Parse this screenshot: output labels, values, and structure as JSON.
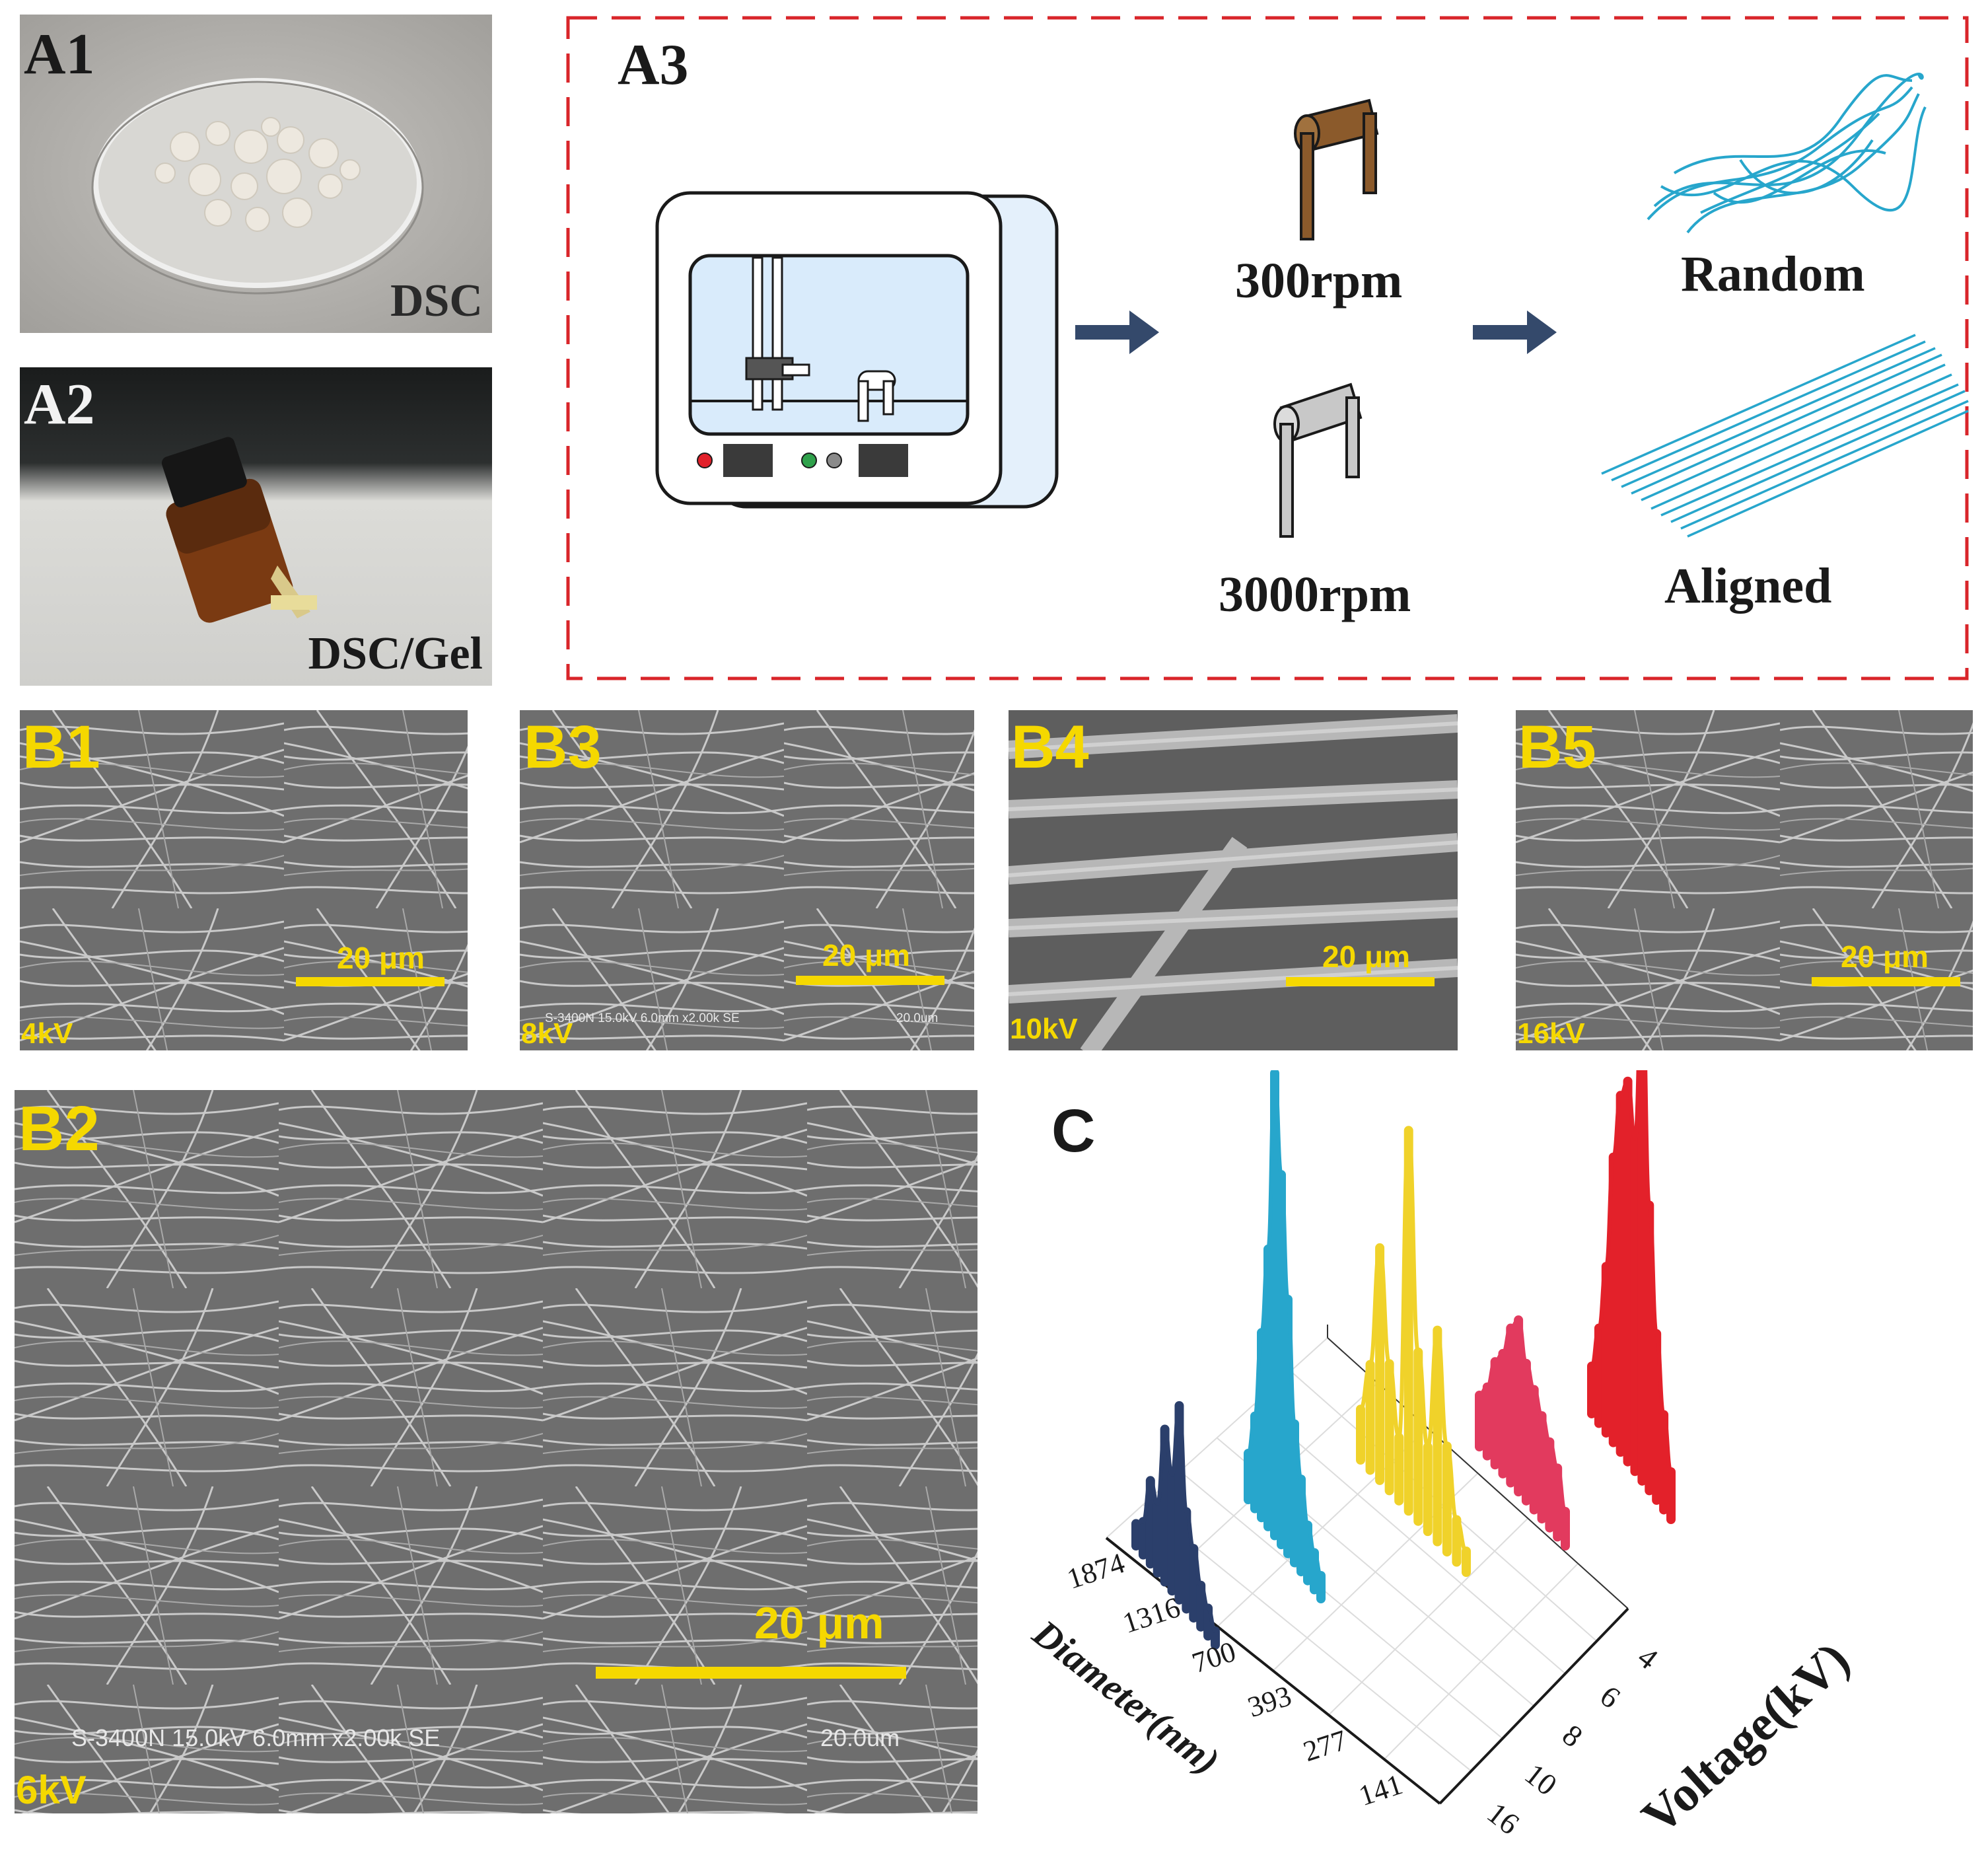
{
  "panels": {
    "a1": {
      "label": "A1",
      "caption": "DSC"
    },
    "a2": {
      "label": "A2",
      "caption": "DSC/Gel"
    },
    "a3": {
      "label": "A3",
      "speed_low": "300rpm",
      "speed_high": "3000rpm",
      "out_random": "Random",
      "out_aligned": "Aligned"
    },
    "b1": {
      "label": "B1",
      "scale": "20 μm",
      "voltage": "4kV"
    },
    "b3": {
      "label": "B3",
      "scale": "20 μm",
      "voltage": "8kV",
      "info": "S-3400N 15.0kV 6.0mm x2.00k SE",
      "ruler": "20.0um"
    },
    "b4": {
      "label": "B4",
      "scale": "20 μm",
      "voltage": "10kV"
    },
    "b5": {
      "label": "B5",
      "scale": "20 μm",
      "voltage": "16kV"
    },
    "b2": {
      "label": "B2",
      "scale": "20 μm",
      "voltage": "6kV",
      "info": "S-3400N 15.0kV 6.0mm x2.00k SE",
      "ruler": "20.0um"
    },
    "c": {
      "label": "C"
    }
  },
  "colors": {
    "panel_frame": "#d9252a",
    "arrow": "#34496b",
    "fiber": "#27a6cc",
    "sem_label": "#f5d800",
    "roller_brown": "#8b5a2b",
    "roller_gray": "#c8c8c8"
  },
  "chart_data": {
    "type": "3d-waterfall",
    "title": "",
    "xlabel": "Diameter(nm)",
    "ylabel": "Voltage(kV)",
    "diameter_ticks": [
      "1874",
      "1316",
      "700",
      "393",
      "277",
      "141"
    ],
    "voltage_ticks": [
      "4",
      "6",
      "8",
      "10",
      "16"
    ],
    "series": [
      {
        "color": "#2b3f6b",
        "voltage": 4,
        "peaks": [
          0.08,
          0.12,
          0.3,
          0.25,
          0.55,
          0.42,
          0.7,
          0.35,
          0.25,
          0.15,
          0.1,
          0.05
        ]
      },
      {
        "color": "#27a6cc",
        "voltage": 6,
        "peaks": [
          0.1,
          0.2,
          0.4,
          0.6,
          1.0,
          0.8,
          0.55,
          0.3,
          0.2,
          0.12,
          0.08,
          0.05
        ]
      },
      {
        "color": "#f0d22a",
        "voltage": 8,
        "peaks": [
          0.12,
          0.25,
          0.55,
          0.3,
          0.15,
          0.9,
          0.4,
          0.2,
          0.5,
          0.25,
          0.1,
          0.05
        ]
      },
      {
        "color": "#e23a5e",
        "voltage": 10,
        "peaks": [
          0.15,
          0.2,
          0.3,
          0.35,
          0.45,
          0.5,
          0.4,
          0.35,
          0.3,
          0.25,
          0.2,
          0.1
        ]
      },
      {
        "color": "#e3212a",
        "voltage": 16,
        "peaks": [
          0.1,
          0.2,
          0.35,
          0.6,
          0.75,
          0.8,
          0.7,
          1.05,
          0.6,
          0.35,
          0.2,
          0.1
        ]
      }
    ]
  }
}
